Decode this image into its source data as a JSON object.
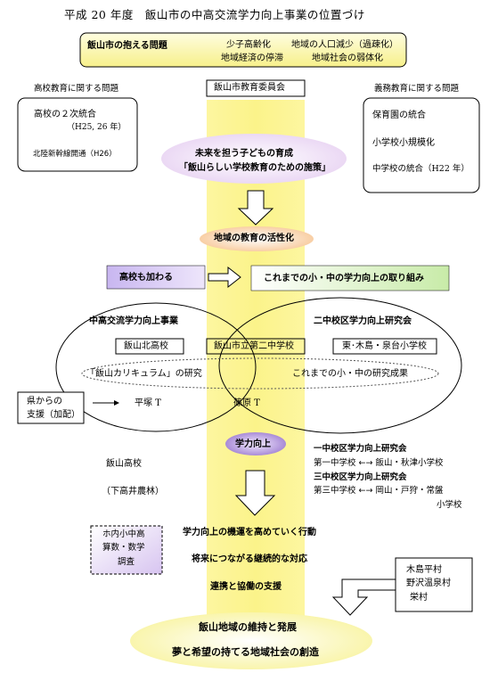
{
  "title": "平成 20 年度　飯山市の中高交流学力向上事業の位置づけ",
  "problems": {
    "heading": "飯山市の抱える問題",
    "items": [
      "少子高齢化",
      "地域の人口減少（過疎化）",
      "地域経済の停滞",
      "地域社会の弱体化"
    ]
  },
  "board": "飯山市教育委員会",
  "high_school_issues": {
    "heading": "高校教育に関する問題",
    "items": [
      "高校の２次統合",
      "（H25, 26 年）",
      "北陸新幹線開通（H26）"
    ]
  },
  "compulsory_issues": {
    "heading": "義務教育に関する問題",
    "items": [
      "保育園の統合",
      "小学校小規模化",
      "中学校の統合（H22 年）"
    ]
  },
  "future_policy": {
    "line1": "未来を担う子どもの育成",
    "line2": "「飯山らしい学校教育のための施策」"
  },
  "activation": "地域の教育の活性化",
  "high_school_join": "高校も加わる",
  "prior_efforts": "これまでの小・中の学力向上の取り組み",
  "left_program": "中高交流学力向上事業",
  "right_program": "二中校区学力向上研究会",
  "schools": {
    "left": "飯山北高校",
    "center": "飯山市立第二中学校",
    "right": "東･木島・泉台小学校"
  },
  "curriculum": "「飯山カリキュラム」の研究",
  "prior_results": "これまでの小・中の研究成果",
  "prefecture_support": {
    "line1": "県からの",
    "line2": "支援（加配）"
  },
  "teachers": {
    "left": "平塚 T",
    "right": "篠原 T"
  },
  "improvement": "学力向上",
  "iiyama_high": "飯山高校",
  "shimotakai": "（下高井農林）",
  "research_groups": [
    "一中校区学力向上研究会",
    "第一中学校 ←→ 飯山・秋津小学校",
    "三中校区学力向上研究会",
    "第三中学校 ←→ 岡山・戸狩・常盤",
    "小学校"
  ],
  "survey": {
    "line1": "ホ内小中高",
    "line2": "算数・数学",
    "line3": "調査"
  },
  "outcomes": [
    "学力向上の機運を高めていく行動",
    "将来につながる継続的な対応",
    "連携と協働の支援"
  ],
  "villages": [
    "木島平村",
    "野沢温泉村",
    "栄村"
  ],
  "final": {
    "line1": "飯山地域の維持と発展",
    "line2": "夢と希望の持てる地域社会の創造"
  },
  "colors": {
    "yellow_band": "#fbf7a6",
    "purple_light": "#e9d8f2",
    "purple_mid": "#a98bd0",
    "orange_fade": "#f6c89a",
    "green_fade": "#d8f0c4",
    "lavender": "#c8b6f0"
  }
}
